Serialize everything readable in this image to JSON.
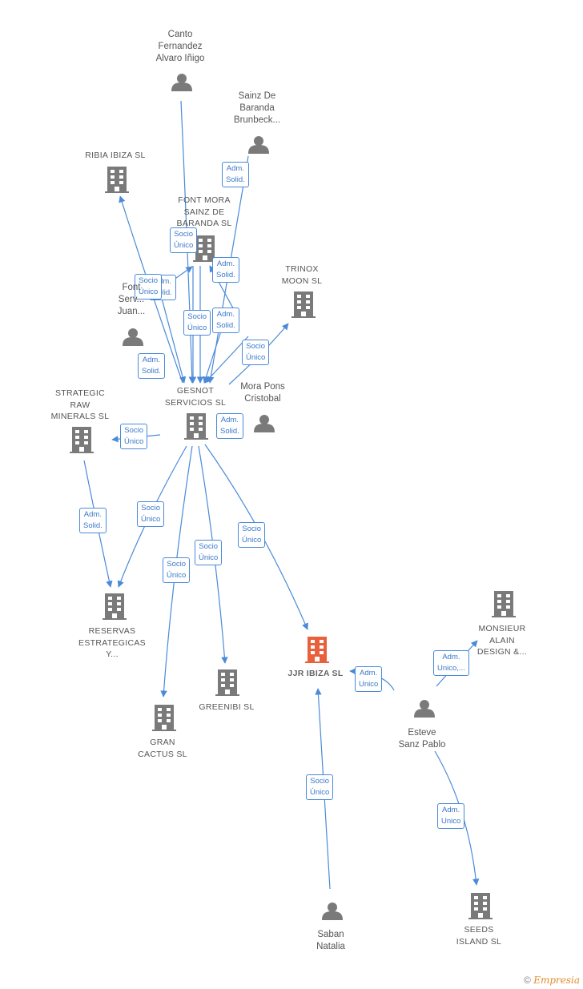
{
  "colors": {
    "edge": "#4a8ad8",
    "node": "#7a7a7a",
    "highlight": "#e8603c"
  },
  "nodes": [
    {
      "id": "canto",
      "type": "person",
      "label": "Canto\nFernandez\nAlvaro Iñigo"
    },
    {
      "id": "sainz",
      "type": "person",
      "label": "Sainz De\nBaranda\nBrunbeck..."
    },
    {
      "id": "ribia",
      "type": "company",
      "label": "RIBIA IBIZA  SL"
    },
    {
      "id": "fontmora",
      "type": "company",
      "label": "FONT MORA\nSAINZ DE\nBARANDA  SL"
    },
    {
      "id": "trinox",
      "type": "company",
      "label": "TRINOX\nMOON  SL"
    },
    {
      "id": "fontserv",
      "type": "person",
      "label": "Font\nServ...\nJuan..."
    },
    {
      "id": "morapons",
      "type": "person",
      "label": "Mora Pons\nCristobal"
    },
    {
      "id": "strategic",
      "type": "company",
      "label": "STRATEGIC\nRAW\nMINERALS  SL"
    },
    {
      "id": "gesnot",
      "type": "company",
      "label": "GESNOT\nSERVICIOS  SL"
    },
    {
      "id": "reservas",
      "type": "company",
      "label": "RESERVAS\nESTRATEGICAS\nY..."
    },
    {
      "id": "jjr",
      "type": "company",
      "main": true,
      "label": "JJR IBIZA  SL"
    },
    {
      "id": "monsieur",
      "type": "company",
      "label": "MONSIEUR\nALAIN\nDESIGN &..."
    },
    {
      "id": "esteve",
      "type": "person",
      "label": "Esteve\nSanz Pablo"
    },
    {
      "id": "greenibi",
      "type": "company",
      "label": "GREENIBI  SL"
    },
    {
      "id": "grancactus",
      "type": "company",
      "label": "GRAN\nCACTUS  SL"
    },
    {
      "id": "saban",
      "type": "person",
      "label": "Saban\nNatalia"
    },
    {
      "id": "seeds",
      "type": "company",
      "label": "SEEDS\nISLAND  SL"
    }
  ],
  "edges": [
    {
      "from": "canto",
      "to": "gesnot"
    },
    {
      "from": "sainz",
      "to": "gesnot",
      "label": "Adm.\nSolid."
    },
    {
      "from": "fontmora",
      "to": "gesnot",
      "label": "Socio\nÚnico"
    },
    {
      "from": "fontmora",
      "to": "gesnot",
      "label": "Socio\nÚnico"
    },
    {
      "from": "fontserv",
      "to": "fontmora",
      "label": "Adm.\nSolid."
    },
    {
      "from": "fontserv",
      "to": "gesnot",
      "label": "Adm.\nSolid."
    },
    {
      "from": "gesnot",
      "to": "ribia",
      "label": "Socio\nÚnico"
    },
    {
      "from": "morapons",
      "to": "fontmora",
      "label": "Adm.\nSolid."
    },
    {
      "from": "morapons",
      "to": "gesnot",
      "label": "Adm.\nSolid."
    },
    {
      "from": "morapons",
      "to": "trinox",
      "label": "Socio\nÚnico"
    },
    {
      "from": "morapons",
      "to": "gesnot",
      "label": "Adm.\nSolid."
    },
    {
      "from": "gesnot",
      "to": "strategic",
      "label": "Socio\nÚnico"
    },
    {
      "from": "strategic",
      "to": "reservas",
      "label": "Adm.\nSolid."
    },
    {
      "from": "gesnot",
      "to": "reservas",
      "label": "Socio\nÚnico"
    },
    {
      "from": "gesnot",
      "to": "jjr",
      "label": "Socio\nÚnico"
    },
    {
      "from": "gesnot",
      "to": "greenibi",
      "label": "Socio\nÚnico"
    },
    {
      "from": "gesnot",
      "to": "grancactus",
      "label": "Socio\nÚnico"
    },
    {
      "from": "esteve",
      "to": "jjr",
      "label": "Adm.\nUnico"
    },
    {
      "from": "esteve",
      "to": "monsieur",
      "label": "Adm.\nUnico,..."
    },
    {
      "from": "esteve",
      "to": "seeds",
      "label": "Adm.\nUnico"
    },
    {
      "from": "saban",
      "to": "jjr",
      "label": "Socio\nÚnico"
    }
  ],
  "footer": {
    "copyright": "©",
    "brand": "Empresia"
  }
}
